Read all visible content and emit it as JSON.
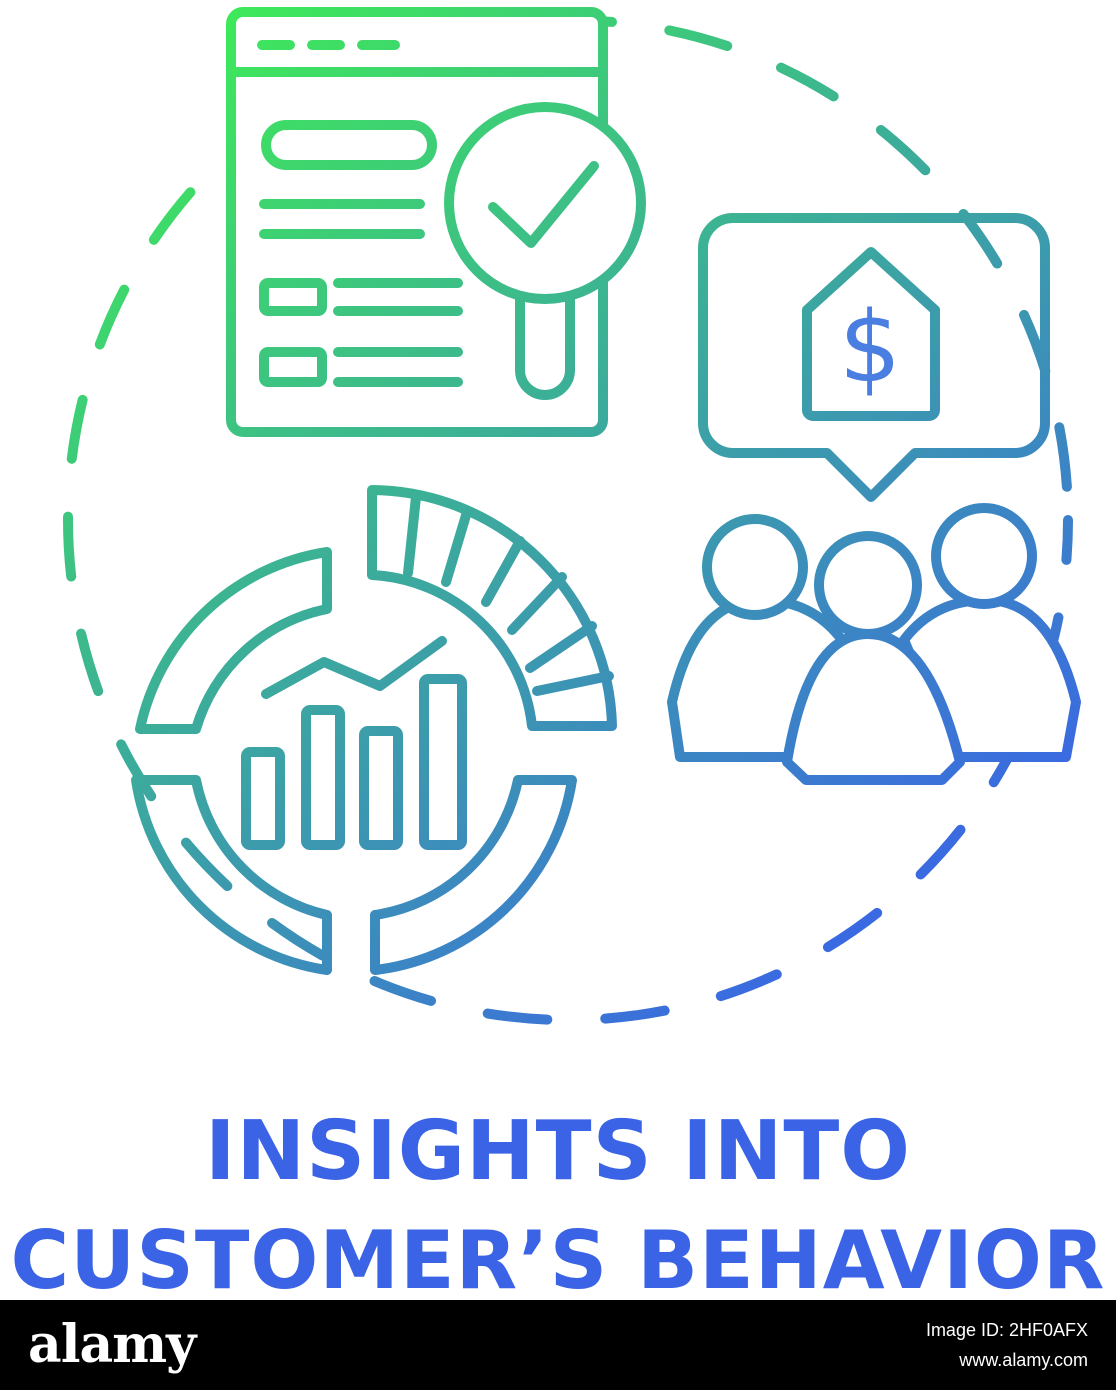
{
  "caption": {
    "line1": "INSIGHTS INTO",
    "line2": "CUSTOMER’S BEHAVIOR"
  },
  "price_tag": {
    "symbol": "$"
  },
  "footer": {
    "brand": "alamy",
    "image_id": "Image ID: 2HF0AFX",
    "url": "www.alamy.com"
  },
  "colors": {
    "gradient_start": "#3ee85a",
    "gradient_end": "#3a5cf0",
    "caption": "#3b63e6",
    "footer_bg": "#000000",
    "footer_text": "#ffffff"
  },
  "icons": [
    "dashed-circle-frame",
    "report-document-icon",
    "magnifier-check-icon",
    "price-tag-speech-bubble-icon",
    "customer-group-icon",
    "analytics-donut-chart-icon"
  ]
}
